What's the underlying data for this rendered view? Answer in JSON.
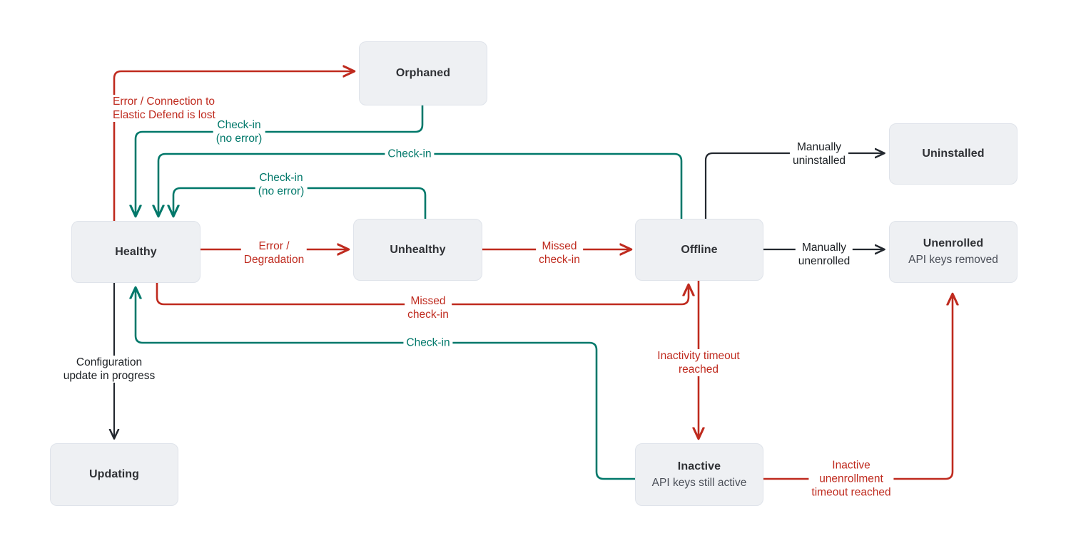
{
  "diagram": {
    "title": "Elastic Agent status state diagram",
    "colors": {
      "error_red": "#bf2a1e",
      "checkin_green": "#00786a",
      "neutral_dark": "#23282f",
      "node_fill": "#eef0f3",
      "node_border": "#dfe3ea",
      "background": "#ffffff"
    },
    "nodes": [
      {
        "id": "orphaned",
        "title": "Orphaned",
        "sub": ""
      },
      {
        "id": "healthy",
        "title": "Healthy",
        "sub": ""
      },
      {
        "id": "unhealthy",
        "title": "Unhealthy",
        "sub": ""
      },
      {
        "id": "offline",
        "title": "Offline",
        "sub": ""
      },
      {
        "id": "uninstalled",
        "title": "Uninstalled",
        "sub": ""
      },
      {
        "id": "unenrolled",
        "title": "Unenrolled",
        "sub": "API keys removed"
      },
      {
        "id": "updating",
        "title": "Updating",
        "sub": ""
      },
      {
        "id": "inactive",
        "title": "Inactive",
        "sub": "API keys still active"
      }
    ],
    "edges": [
      {
        "id": "healthy-to-orphaned",
        "from": "healthy",
        "to": "orphaned",
        "label": "Error / Connection to\nElastic Defend is lost",
        "color": "error_red"
      },
      {
        "id": "orphaned-to-healthy",
        "from": "orphaned",
        "to": "healthy",
        "label": "Check-in\n(no error)",
        "color": "checkin_green"
      },
      {
        "id": "offline-to-healthy-checkin",
        "from": "offline",
        "to": "healthy",
        "label": "Check-in",
        "color": "checkin_green"
      },
      {
        "id": "unhealthy-to-healthy",
        "from": "unhealthy",
        "to": "healthy",
        "label": "Check-in\n(no error)",
        "color": "checkin_green"
      },
      {
        "id": "healthy-to-unhealthy",
        "from": "healthy",
        "to": "unhealthy",
        "label": "Error /\nDegradation",
        "color": "error_red"
      },
      {
        "id": "unhealthy-to-offline",
        "from": "unhealthy",
        "to": "offline",
        "label": "Missed\ncheck-in",
        "color": "error_red"
      },
      {
        "id": "healthy-to-offline",
        "from": "healthy",
        "to": "offline",
        "label": "Missed\ncheck-in",
        "color": "error_red"
      },
      {
        "id": "inactive-to-healthy",
        "from": "inactive",
        "to": "healthy",
        "label": "Check-in",
        "color": "checkin_green"
      },
      {
        "id": "offline-to-uninstalled",
        "from": "offline",
        "to": "uninstalled",
        "label": "Manually\nuninstalled",
        "color": "neutral_dark"
      },
      {
        "id": "offline-to-unenrolled",
        "from": "offline",
        "to": "unenrolled",
        "label": "Manually\nunenrolled",
        "color": "neutral_dark"
      },
      {
        "id": "offline-to-inactive",
        "from": "offline",
        "to": "inactive",
        "label": "Inactivity timeout\nreached",
        "color": "error_red"
      },
      {
        "id": "inactive-to-unenrolled",
        "from": "inactive",
        "to": "unenrolled",
        "label": "Inactive\nunenrollment\ntimeout reached",
        "color": "error_red"
      },
      {
        "id": "healthy-to-updating",
        "from": "healthy",
        "to": "updating",
        "label": "Configuration\nupdate in progress",
        "color": "neutral_dark"
      }
    ],
    "labels": {
      "error_connection_lost": "Error / Connection to\nElastic Defend is lost",
      "checkin_no_error_top": "Check-in\n(no error)",
      "checkin_mid": "Check-in",
      "checkin_no_error_mid": "Check-in\n(no error)",
      "error_degradation": "Error /\nDegradation",
      "missed_checkin_unhealthy": "Missed\ncheck-in",
      "missed_checkin_healthy": "Missed\ncheck-in",
      "checkin_bottom": "Check-in",
      "manually_uninstalled": "Manually\nuninstalled",
      "manually_unenrolled": "Manually\nunenrolled",
      "inactivity_timeout": "Inactivity timeout\nreached",
      "inactive_unenrollment": "Inactive\nunenrollment\ntimeout reached",
      "config_update": "Configuration\nupdate in progress"
    }
  }
}
